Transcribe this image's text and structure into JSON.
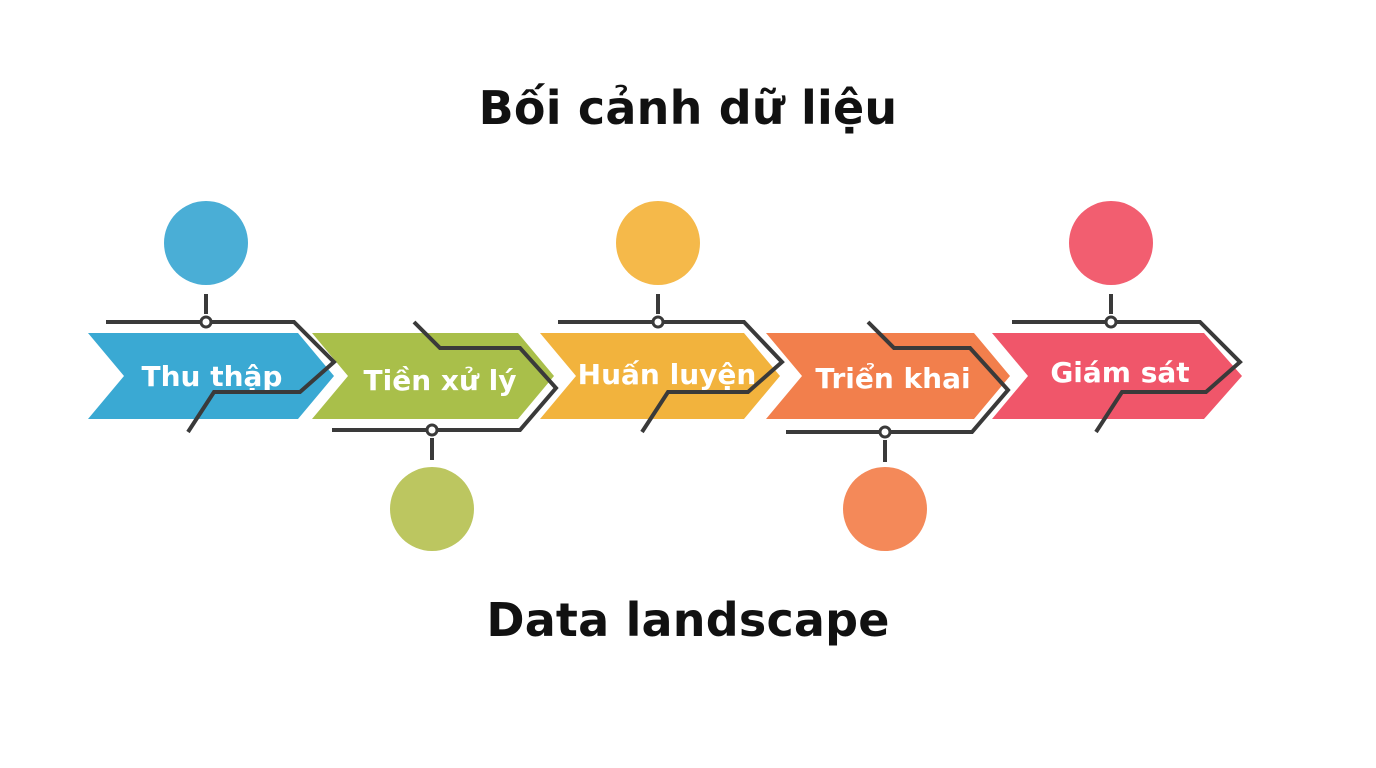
{
  "title": "Bối cảnh dữ liệu",
  "subtitle": "Data landscape",
  "stages": [
    {
      "label": "Thu thập",
      "color": "#3aa9d3",
      "marker": "top"
    },
    {
      "label": "Tiền xử lý",
      "color": "#a9bf4a",
      "marker": "bottom"
    },
    {
      "label": "Huấn luyện",
      "color": "#f2b33d",
      "marker": "top"
    },
    {
      "label": "Triển khai",
      "color": "#f27f4c",
      "marker": "bottom"
    },
    {
      "label": "Giám sát",
      "color": "#f0566a",
      "marker": "top"
    }
  ],
  "colors": {
    "circle_blue": "#4aaed6",
    "circle_green": "#bcc660",
    "circle_yellow": "#f5b94a",
    "circle_orange": "#f48959",
    "circle_red": "#f25e70",
    "connector": "#3a3a3a",
    "text": "#111111"
  }
}
